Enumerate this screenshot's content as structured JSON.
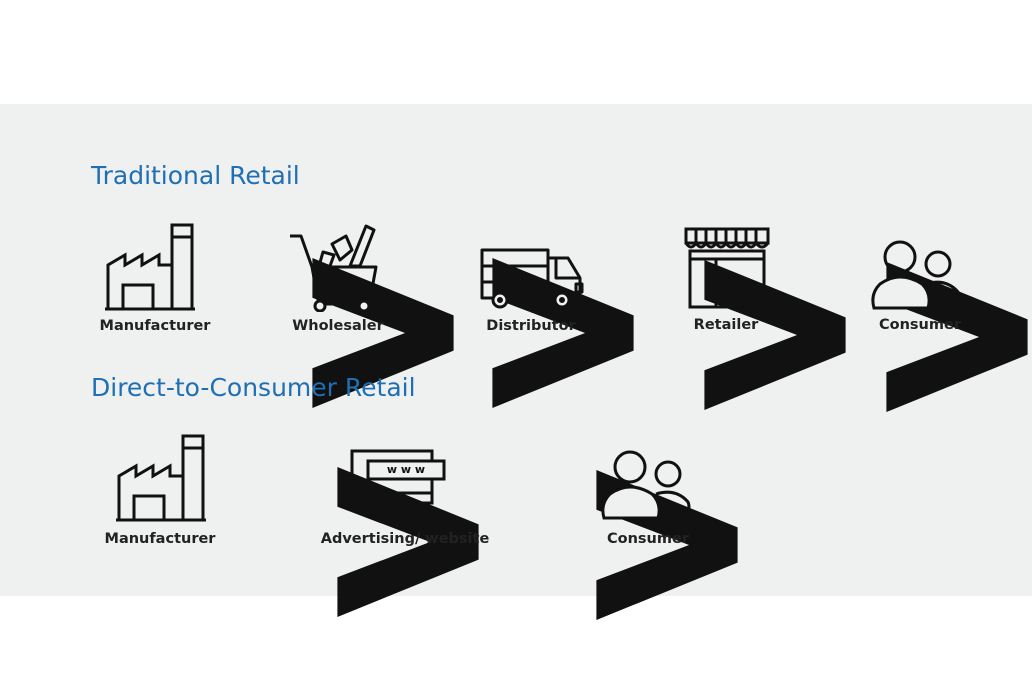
{
  "traditional": {
    "title": "Traditional Retail",
    "steps": [
      {
        "label": "Manufacturer",
        "icon": "factory-icon"
      },
      {
        "label": "Wholesaler",
        "icon": "shopping-cart-icon"
      },
      {
        "label": "Distributor",
        "icon": "truck-icon"
      },
      {
        "label": "Retailer",
        "icon": "storefront-icon"
      },
      {
        "label": "Consumer",
        "icon": "people-icon"
      }
    ]
  },
  "direct": {
    "title": "Direct-to-Consumer Retail",
    "steps": [
      {
        "label": "Manufacturer",
        "icon": "factory-icon"
      },
      {
        "label": "Advertising/ website",
        "icon": "monitor-www-icon"
      },
      {
        "label": "Consumer",
        "icon": "people-icon"
      }
    ],
    "www_text": "w w w"
  },
  "colors": {
    "title": "#1f6fb5",
    "background": "#eff0f0",
    "icon": "#111111"
  }
}
